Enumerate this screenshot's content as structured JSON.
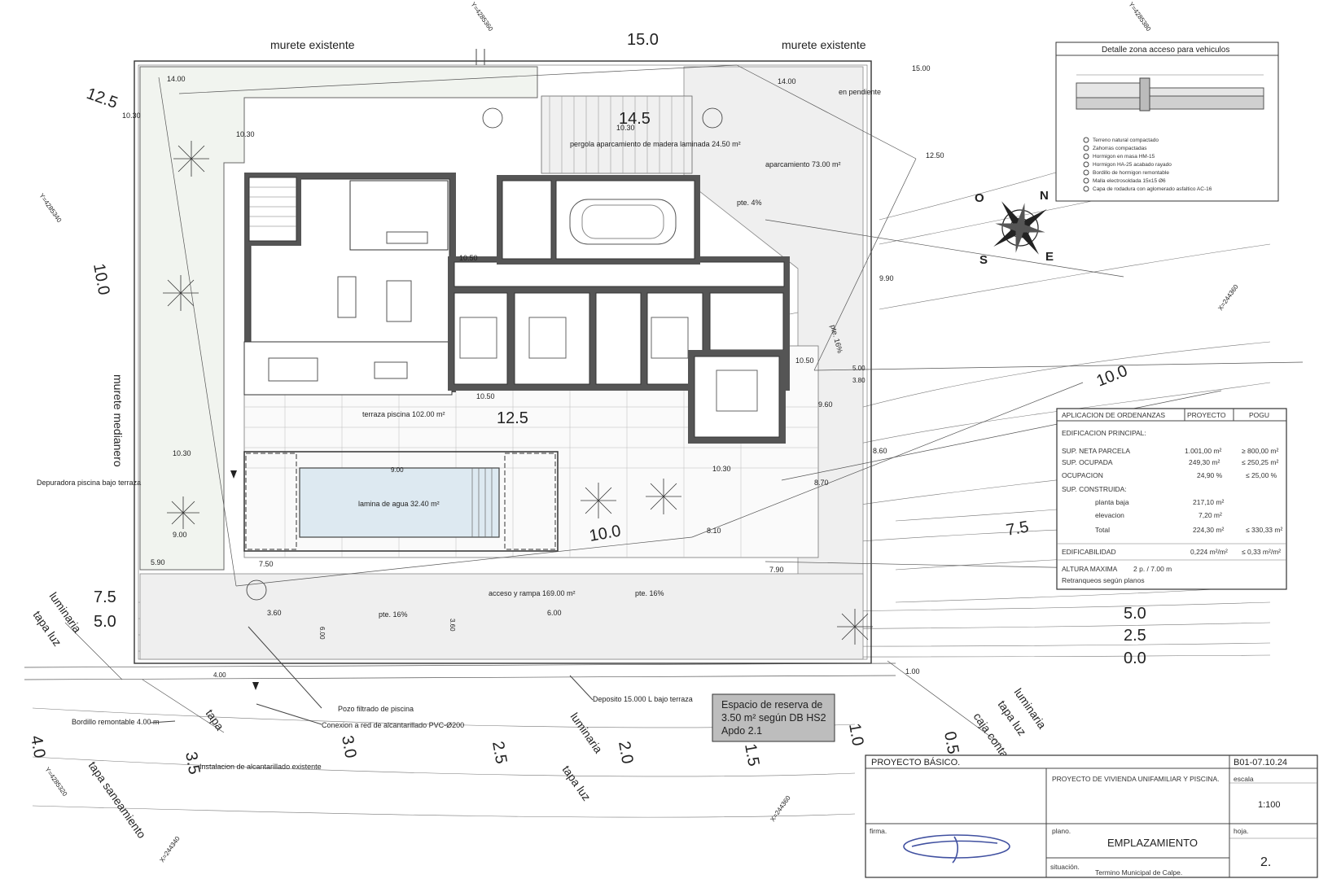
{
  "labels": {
    "wall_top_left": "murete existente",
    "wall_top_right": "murete existente",
    "wall_side": "murete medianero",
    "top_dim": "15.0",
    "pergola": "pergola aparcamiento de madera laminada 24.50 m²",
    "parking": "aparcamiento 73.00 m²",
    "slope_top": "en pendiente",
    "pte4": "pte. 4%",
    "terrace": "terraza piscina 102.00 m²",
    "pool": "lamina de agua 32.40 m²",
    "pool_filter": "Depuradora piscina bajo terraza",
    "access": "acceso y rampa 169.00 m²",
    "pte16a": "pte. 16%",
    "pte16b": "pte. 16%",
    "pte16c": "pte. 16%",
    "pozo": "Pozo filtrado de piscina",
    "connection": "Conexion a red de alcantarillado PVC-Ø200",
    "deposit": "Deposito 15.000 L bajo terraza",
    "curb": "Bordillo remontable 4.00 m",
    "sewer": "Instalacion de alcantarillado existente",
    "reserve_1": "Espacio de reserva de",
    "reserve_2": "3.50 m² según DB HS2",
    "reserve_3": "Apdo 2.1",
    "luminaria_l": "luminaria",
    "tapa_luz_l": "tapa luz",
    "tapa": "tapa",
    "luminaria_c": "luminaria",
    "tapa_luz_c": "tapa luz",
    "luminaria_r": "luminaria",
    "tapa_luz_r": "tapa luz",
    "caja": "caja contad",
    "tapa_san": "tapa saneamiento",
    "dim_400": "4.00",
    "dim_900": "9.00",
    "dim_500": "5.00",
    "dim_380": "3.80",
    "dim_600": "6.00",
    "dim_360": "3.60"
  },
  "contours": {
    "c125a": "12.5",
    "c100a": "10.0",
    "c145": "14.5",
    "c125b": "12.5",
    "c100b": "10.0",
    "c100c": "10.0",
    "c75a": "7.5",
    "c75b": "7.5",
    "c50a": "5.0",
    "c50b": "5.0",
    "c25": "2.5",
    "c00": "0.0",
    "c40": "4.0",
    "c35": "3.5",
    "c30": "3.0",
    "c25b": "2.5",
    "c20": "2.0",
    "c15": "1.5",
    "c10": "1.0",
    "c05": "0.5"
  },
  "elevations": {
    "e1400a": "14.00",
    "e1400b": "14.00",
    "e1500": "15.00",
    "e1030a": "10.30",
    "e1030b": "10.30",
    "e1030c": "10.30",
    "e1030d": "10.30",
    "e1030e": "10.30",
    "e1250": "12.50",
    "e1050a": "10.50",
    "e1050b": "10.50",
    "e1050c": "10.50",
    "e990": "9.90",
    "e960": "9.60",
    "e860": "8.60",
    "e870": "8.70",
    "e810": "8.10",
    "e790": "7.90",
    "e750": "7.50",
    "e590": "5.90",
    "e900": "9.00",
    "e360": "3.60",
    "e600": "6.00",
    "e100": "1.00"
  },
  "coords": {
    "y1": "Y=4285340",
    "y2": "Y=4285360",
    "y3": "Y=4285380",
    "y4": "Y=4285320",
    "x1": "X=244360",
    "x2": "X=244340",
    "x3": "X=244360"
  },
  "detail": {
    "title": "Detalle zona acceso para vehiculos",
    "notes": [
      "Terreno natural compactado",
      "Zahorras compactadas",
      "Hormigon en masa HM-15",
      "Hormigon HA-25 acabado rayado",
      "Bordillo de hormigon remontable",
      "Malla electrosoldada 15x15 Ø6",
      "Capa de rodadura con aglomerado asfaltico AC-16"
    ]
  },
  "compass": {
    "n": "N",
    "s": "S",
    "e": "E",
    "o": "O"
  },
  "ordinances": {
    "header": [
      "APLICACION DE ORDENANZAS",
      "PROYECTO",
      "POGU"
    ],
    "section": "EDIFICACION PRINCIPAL:",
    "rows": [
      {
        "label": "SUP. NETA PARCELA",
        "proyecto": "1.001,00 m²",
        "pogu": "≥ 800,00 m²"
      },
      {
        "label": "SUP. OCUPADA",
        "proyecto": "249,30 m²",
        "pogu": "≤ 250,25 m²"
      },
      {
        "label": "OCUPACION",
        "proyecto": "24,90 %",
        "pogu": "≤ 25,00 %"
      }
    ],
    "built_label": "SUP. CONSTRUIDA:",
    "built_rows": [
      {
        "label": "planta baja",
        "proyecto": "217,10 m²",
        "pogu": ""
      },
      {
        "label": "elevacion",
        "proyecto": "7,20 m²",
        "pogu": ""
      },
      {
        "label": "Total",
        "proyecto": "224,30 m²",
        "pogu": "≤ 330,33 m²"
      }
    ],
    "edif": {
      "label": "EDIFICABILIDAD",
      "proyecto": "0,224 m²/m²",
      "pogu": "≤ 0,33 m²/m²"
    },
    "altura": {
      "label": "ALTURA MAXIMA",
      "proyecto": "2 p. / 7.00 m"
    },
    "retranqueos": "Retranqueos según planos"
  },
  "titleblock": {
    "proyecto": "PROYECTO  BÁSICO.",
    "ref": "B01-07.10.24",
    "descripcion": "PROYECTO DE VIVIENDA UNIFAMILIAR Y PISCINA.",
    "escala_label": "escala",
    "escala": "1:100",
    "firma_label": "firma.",
    "plano_label": "plano.",
    "plano": "EMPLAZAMIENTO",
    "hoja_label": "hoja.",
    "hoja": "2.",
    "situacion_label": "situación.",
    "situacion": "Termino Municipal de Calpe."
  }
}
